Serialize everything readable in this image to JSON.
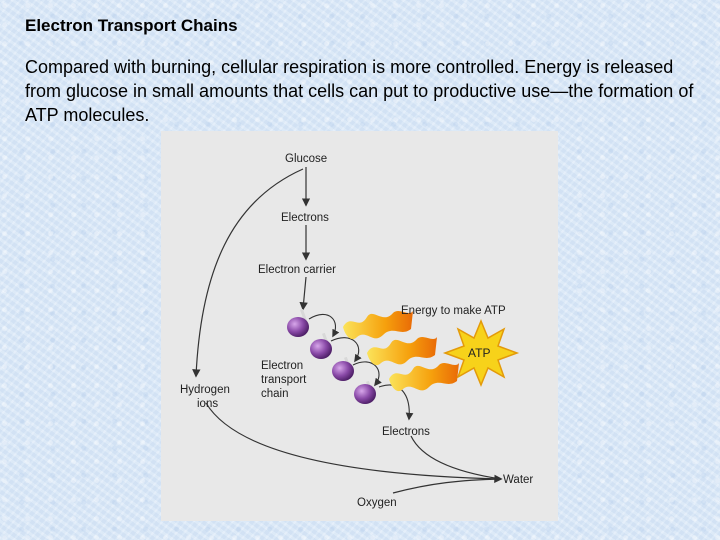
{
  "slide": {
    "title": "Electron Transport Chains",
    "body": "Compared with burning, cellular respiration is more controlled.  Energy is released from glucose in small amounts that cells can put to productive use—the formation of ATP molecules."
  },
  "diagram": {
    "labels": {
      "glucose": "Glucose",
      "electrons_top": "Electrons",
      "electron_carrier": "Electron carrier",
      "energy_to_make_atp": "Energy to make ATP",
      "atp": "ATP",
      "etc_line1": "Electron",
      "etc_line2": "transport",
      "etc_line3": "chain",
      "hydrogen_line1": "Hydrogen",
      "hydrogen_line2": "ions",
      "electrons_bottom": "Electrons",
      "water": "Water",
      "oxygen": "Oxygen"
    },
    "colors": {
      "protein": "#8a4aa8",
      "energy_flame": "#f2a20c",
      "atp_star": "#f7d21a",
      "arrow": "#333333"
    }
  }
}
